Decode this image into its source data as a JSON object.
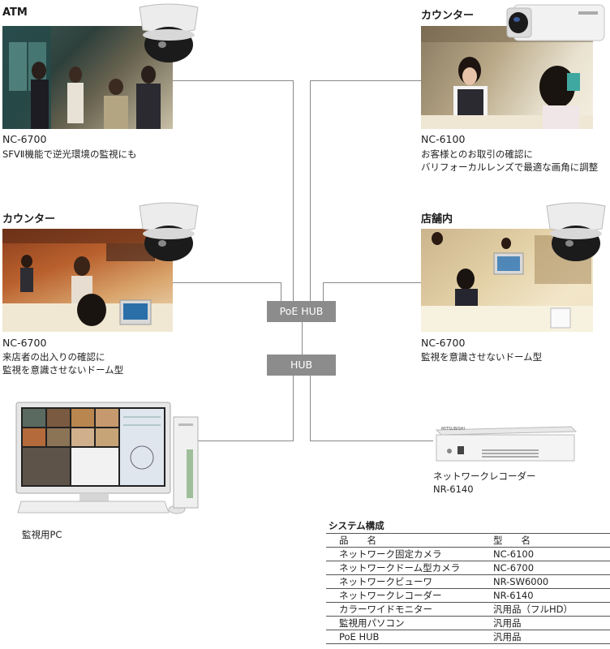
{
  "nodes": {
    "atm": {
      "title": "ATM",
      "model": "NC-6700",
      "desc": [
        "SFVⅡ機能で逆光環境の監視にも"
      ]
    },
    "counter_right": {
      "title": "カウンター",
      "model": "NC-6100",
      "desc": [
        "お客様とのお取引の確認に",
        "バリフォーカルレンズで最適な画角に調整"
      ]
    },
    "counter_left": {
      "title": "カウンター",
      "model": "NC-6700",
      "desc": [
        "来店者の出入りの確認に",
        "監視を意識させないドーム型"
      ]
    },
    "store": {
      "title": "店舗内",
      "model": "NC-6700",
      "desc": [
        "監視を意識させないドーム型"
      ]
    }
  },
  "hubs": {
    "poe": "PoE HUB",
    "hub": "HUB"
  },
  "pc": {
    "label": "監視用PC"
  },
  "recorder": {
    "label_lines": [
      "ネットワークレコーダー",
      "NR-6140"
    ],
    "brand": "MITSUBISHI"
  },
  "system": {
    "title": "システム構成",
    "headers": [
      "品　　名",
      "型　　名"
    ],
    "rows": [
      [
        "ネットワーク固定カメラ",
        "NC-6100"
      ],
      [
        "ネットワークドーム型カメラ",
        "NC-6700"
      ],
      [
        "ネットワークビューワ",
        "NR-SW6000"
      ],
      [
        "ネットワークレコーダー",
        "NR-6140"
      ],
      [
        "カラーワイドモニター",
        "汎用品（フルHD）"
      ],
      [
        "監視用パソコン",
        "汎用品"
      ],
      [
        "PoE HUB",
        "汎用品"
      ]
    ]
  },
  "colors": {
    "line": "#8a8a8a",
    "hub_box": "#8c8c8c"
  }
}
